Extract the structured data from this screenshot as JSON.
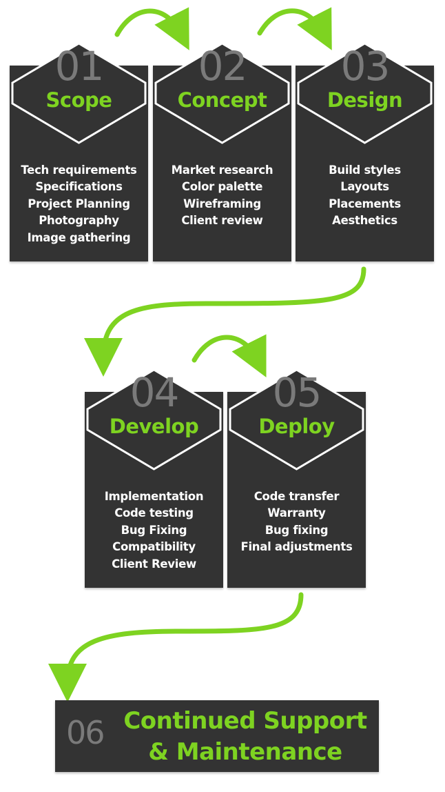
{
  "accent_color": "#7ed321",
  "card_color": "#333333",
  "number_color": "#7a7a7a",
  "steps": [
    {
      "num": "01",
      "title": "Scope",
      "items": [
        "Tech requirements",
        "Specifications",
        "Project Planning",
        "Photography",
        "Image gathering"
      ]
    },
    {
      "num": "02",
      "title": "Concept",
      "items": [
        "Market research",
        "Color palette",
        "Wireframing",
        "Client review"
      ]
    },
    {
      "num": "03",
      "title": "Design",
      "items": [
        "Build styles",
        "Layouts",
        "Placements",
        "Aesthetics"
      ]
    },
    {
      "num": "04",
      "title": "Develop",
      "items": [
        "Implementation",
        "Code testing",
        "Bug Fixing",
        "Compatibility",
        "Client Review"
      ]
    },
    {
      "num": "05",
      "title": "Deploy",
      "items": [
        "Code transfer",
        "Warranty",
        "Bug fixing",
        "Final adjustments"
      ]
    }
  ],
  "final_step": {
    "num": "06",
    "title_line1": "Continued Support",
    "title_line2": "& Maintenance"
  }
}
